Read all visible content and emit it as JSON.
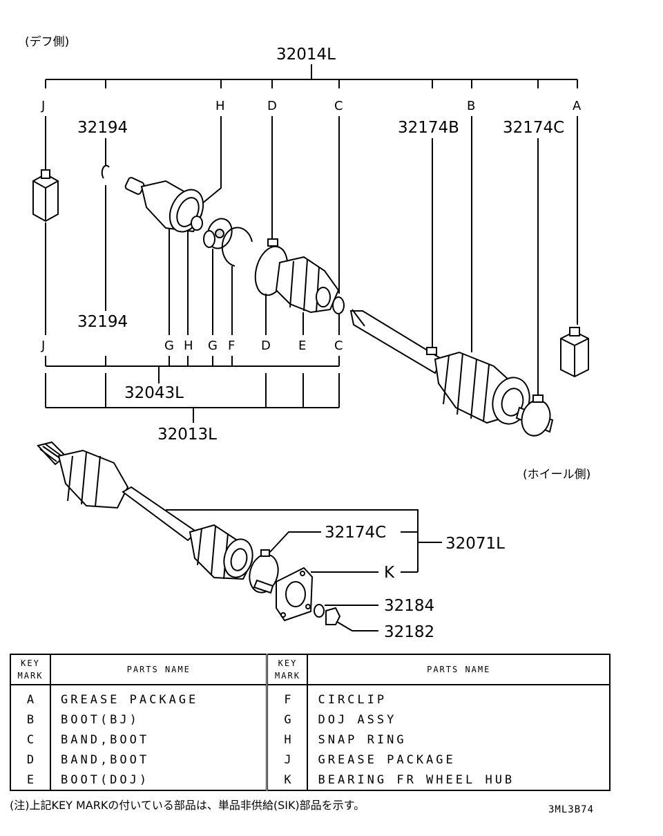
{
  "header": {
    "diff_side": "(デフ側)",
    "wheel_side": "(ホイール側)"
  },
  "labels": {
    "p32014L": "32014L",
    "p32194_top": "32194",
    "p32194_bot": "32194",
    "p32174B": "32174B",
    "p32174C_top": "32174C",
    "p32043L": "32043L",
    "p32013L": "32013L",
    "p32174C_low": "32174C",
    "p32071L": "32071L",
    "p32184": "32184",
    "p32182": "32182",
    "k": "K"
  },
  "key_top": {
    "j": "J",
    "h": "H",
    "d": "D",
    "c": "C",
    "b": "B",
    "a": "A"
  },
  "key_bot": {
    "j": "J",
    "g1": "G",
    "h": "H",
    "g2": "G",
    "f": "F",
    "d": "D",
    "e": "E",
    "c": "C"
  },
  "table": {
    "head_key": "KEY\nMARK",
    "head_name": "PARTS NAME",
    "rows": [
      {
        "k1": "A",
        "n1": "GREASE PACKAGE",
        "k2": "F",
        "n2": "CIRCLIP"
      },
      {
        "k1": "B",
        "n1": "BOOT(BJ)",
        "k2": "G",
        "n2": "DOJ ASSY"
      },
      {
        "k1": "C",
        "n1": "BAND,BOOT",
        "k2": "H",
        "n2": "SNAP RING"
      },
      {
        "k1": "D",
        "n1": "BAND,BOOT",
        "k2": "J",
        "n2": "GREASE PACKAGE"
      },
      {
        "k1": "E",
        "n1": "BOOT(DOJ)",
        "k2": "K",
        "n2": "BEARING FR WHEEL HUB"
      }
    ]
  },
  "footnote": "(注)上記KEY MARKの付いている部品は、単品非供給(SIK)部品を示す。",
  "drawing_code": "3ML3B74"
}
